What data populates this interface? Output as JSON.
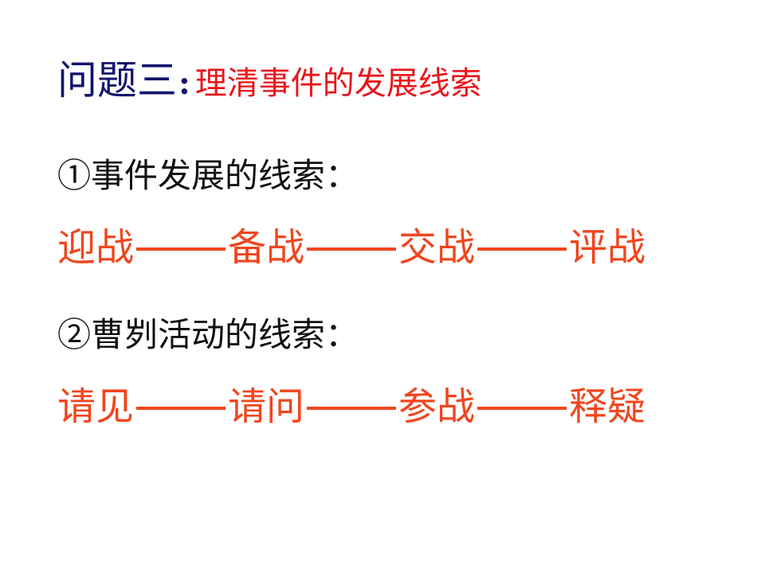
{
  "slide": {
    "title": {
      "prefix": "问题三",
      "colon": ":",
      "topic": "理清事件的发展线索"
    },
    "section1": {
      "heading": "①事件发展的线索：",
      "steps": [
        "迎战",
        "备战",
        "交战",
        "评战"
      ]
    },
    "section2": {
      "heading": "②曹刿活动的线索：",
      "steps": [
        "请见",
        "请问",
        "参战",
        "释疑"
      ]
    }
  },
  "colors": {
    "title_prefix": "#14146e",
    "title_topic": "#e8161b",
    "heading": "#111111",
    "sequence": "#f0461e"
  }
}
